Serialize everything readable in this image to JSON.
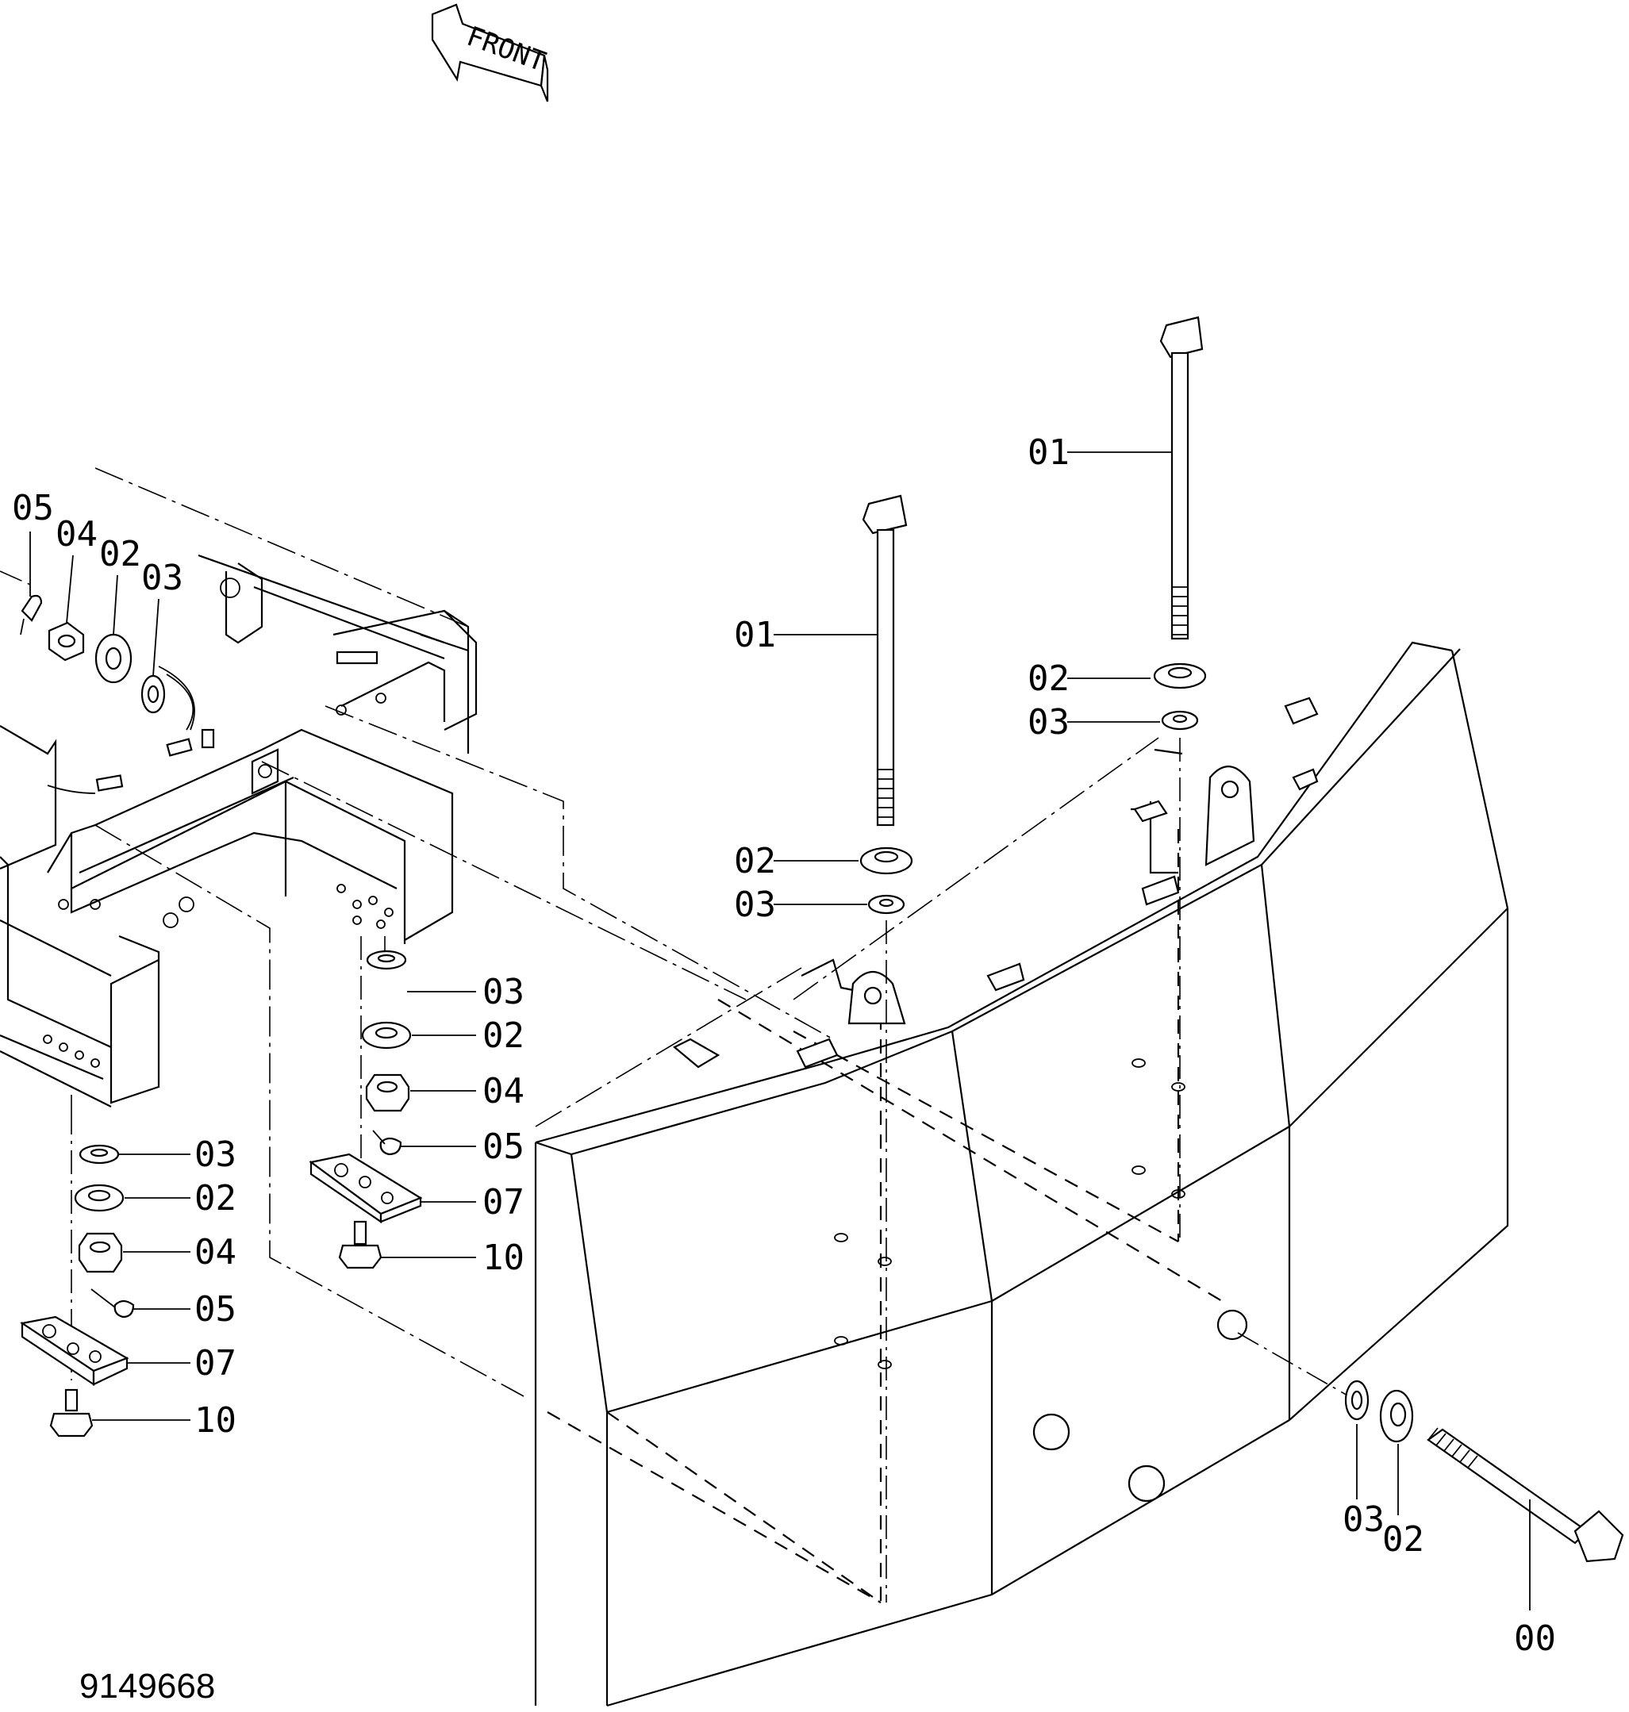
{
  "diagram": {
    "drawing_number": "9149668",
    "front_arrow_label": "FRONT",
    "callouts": {
      "right_bolt": {
        "bolt": "01",
        "washer": "02",
        "lockwasher": "03"
      },
      "center_bolt": {
        "bolt": "01",
        "washer": "02",
        "lockwasher": "03"
      },
      "rear_bolt": {
        "bolt": "00",
        "washer": "02",
        "lockwasher": "03"
      },
      "left_stack_top": {
        "pin": "05",
        "nut": "04",
        "washer": "02",
        "lockwasher": "03"
      },
      "mid_stack": {
        "lockwasher": "03",
        "washer": "02",
        "nut": "04",
        "pin": "05",
        "plate": "07",
        "screw": "10"
      },
      "left_stack_bottom": {
        "lockwasher": "03",
        "washer": "02",
        "nut": "04",
        "pin": "05",
        "plate": "07",
        "screw": "10"
      }
    }
  }
}
